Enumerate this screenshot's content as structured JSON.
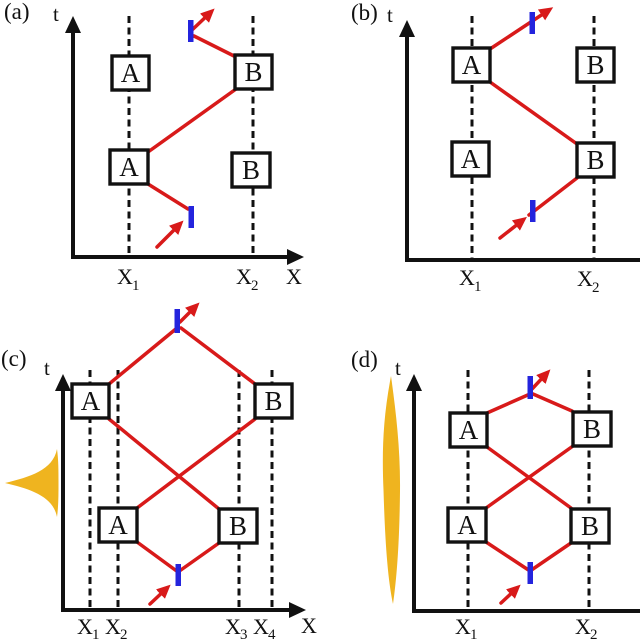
{
  "figure": {
    "colors": {
      "background": "#ffffff",
      "ink": "#111111",
      "red": "#d81a1a",
      "blue": "#2424dd",
      "yellow": "#efb41f"
    },
    "panels": {
      "a": {
        "label": "(a)",
        "t_label": "t",
        "x_label": "X",
        "boxes": [
          {
            "label": "A"
          },
          {
            "label": "A"
          },
          {
            "label": "B"
          },
          {
            "label": "B"
          }
        ],
        "x_ticks": [
          {
            "base": "X",
            "sub": "1"
          },
          {
            "base": "X",
            "sub": "2"
          }
        ]
      },
      "b": {
        "label": "(b)",
        "t_label": "t",
        "boxes": [
          {
            "label": "A"
          },
          {
            "label": "A"
          },
          {
            "label": "B"
          },
          {
            "label": "B"
          }
        ],
        "x_ticks": [
          {
            "base": "X",
            "sub": "1"
          },
          {
            "base": "X",
            "sub": "2"
          }
        ]
      },
      "c": {
        "label": "(c)",
        "t_label": "t",
        "x_label": "X",
        "boxes": [
          {
            "label": "A"
          },
          {
            "label": "B"
          },
          {
            "label": "A"
          },
          {
            "label": "B"
          }
        ],
        "x_ticks": [
          {
            "base": "X",
            "sub": "1"
          },
          {
            "base": "X",
            "sub": "2"
          },
          {
            "base": "X",
            "sub": "3"
          },
          {
            "base": "X",
            "sub": "4"
          }
        ]
      },
      "d": {
        "label": "(d)",
        "t_label": "t",
        "boxes": [
          {
            "label": "A"
          },
          {
            "label": "B"
          },
          {
            "label": "A"
          },
          {
            "label": "B"
          }
        ],
        "x_ticks": [
          {
            "base": "X",
            "sub": "1"
          },
          {
            "base": "X",
            "sub": "2"
          }
        ]
      }
    }
  }
}
